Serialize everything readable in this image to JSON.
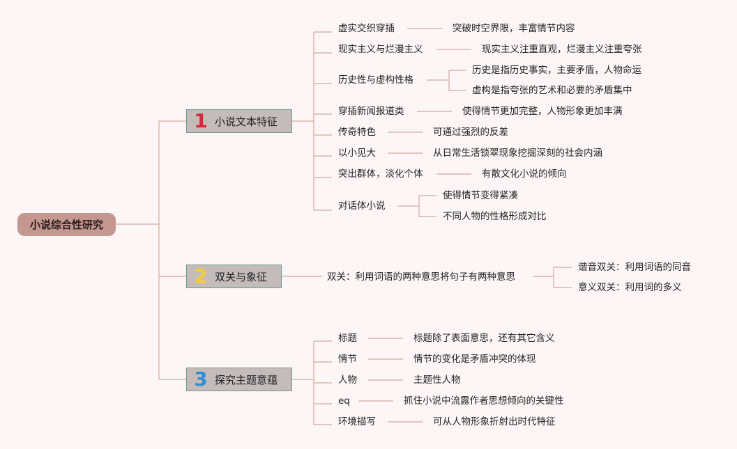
{
  "colors": {
    "background": "#fdf6f5",
    "line": "#d3aaa3",
    "root_fill": "#c49890",
    "branch_fill": "#c5bcba",
    "branch_border": "#6f9a8e",
    "num1": "#d7263d",
    "num2": "#f2cc3a",
    "num3": "#2f8fd0"
  },
  "root": {
    "label": "小说综合性研究"
  },
  "branches": [
    {
      "num": "1",
      "label": "小说文本特征",
      "items": [
        {
          "label": "虚实交织穿插",
          "children": [
            "突破时空界限，丰富情节内容"
          ]
        },
        {
          "label": "现实主义与烂漫主义",
          "children": [
            "现实主义注重直观，烂漫主义注重夸张"
          ]
        },
        {
          "label": "历史性与虚构性格",
          "children": [
            "历史是指历史事实，主要矛盾，人物命运",
            "虚构是指夸张的艺术和必要的矛盾集中"
          ]
        },
        {
          "label": "穿插新闻报道类",
          "children": [
            "使得情节更加完整，人物形象更加丰满"
          ]
        },
        {
          "label": "传奇特色",
          "children": [
            "可通过强烈的反差"
          ]
        },
        {
          "label": "以小见大",
          "children": [
            "从日常生活锁翠现象挖掘深刻的社会内涵"
          ]
        },
        {
          "label": "突出群体，淡化个体",
          "children": [
            "有散文化小说的倾向"
          ]
        },
        {
          "label": "对话体小说",
          "children": [
            "使得情节变得紧凑",
            "不同人物的性格形成对比"
          ]
        }
      ]
    },
    {
      "num": "2",
      "label": "双关与象征",
      "items": [
        {
          "label": "双关：利用词语的两种意思将句子有两种意思",
          "children": [
            "谐音双关：利用词语的同音",
            "意义双关：利用词的多义"
          ]
        }
      ]
    },
    {
      "num": "3",
      "label": "探究主题意蕴",
      "items": [
        {
          "label": "标题",
          "children": [
            "标题除了表面意思，还有其它含义"
          ]
        },
        {
          "label": "情节",
          "children": [
            "情节的变化是矛盾冲突的体现"
          ]
        },
        {
          "label": "人物",
          "children": [
            "主题性人物"
          ]
        },
        {
          "label": "eq",
          "children": [
            "抓住小说中流露作者思想倾向的关键性"
          ]
        },
        {
          "label": "环境描写",
          "children": [
            "可从人物形象折射出时代特征"
          ]
        }
      ]
    }
  ]
}
